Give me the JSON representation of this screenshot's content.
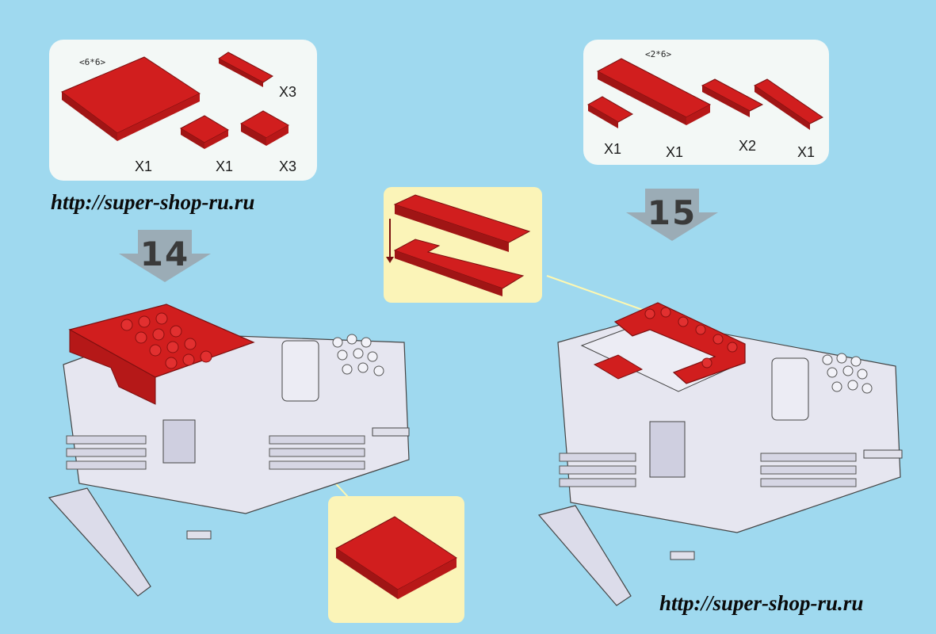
{
  "steps": {
    "step14": {
      "number": "14",
      "parts_panel": {
        "size_label": "<6*6>",
        "quantities": [
          "X1",
          "X1",
          "X3",
          "X3"
        ]
      }
    },
    "step15": {
      "number": "15",
      "parts_panel": {
        "size_label": "<2*6>",
        "quantities": [
          "X1",
          "X1",
          "X2",
          "X1"
        ]
      }
    }
  },
  "watermark": {
    "top": "http://super-shop-ru.ru",
    "bottom": "http://super-shop-ru.ru"
  },
  "colors": {
    "background": "#9fd9ef",
    "brick_red": "#d11e1e",
    "brick_grey": "#e6e6f0",
    "callout": "#fbf4b8",
    "panel": "#f3f8f6"
  }
}
